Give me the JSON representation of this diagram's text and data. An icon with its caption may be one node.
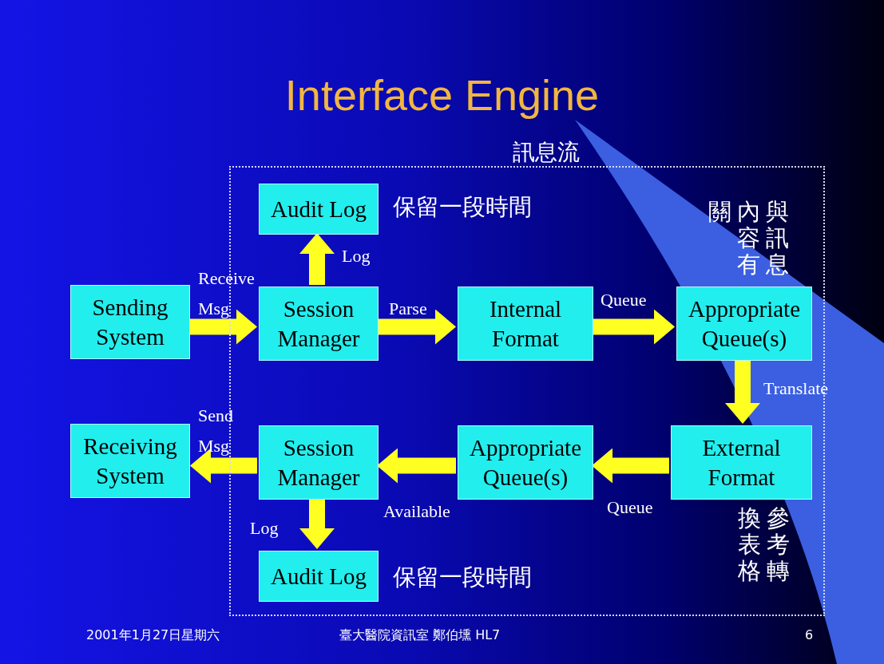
{
  "diagram": {
    "title": "Interface Engine",
    "nodes": [
      {
        "text": [
          "訊息流"
        ]
      },
      {
        "text": [
          "Sending System"
        ]
      },
      {
        "text": [
          "Audit Log"
        ],
        "in": 0,
        "beside": [
          "保留一段時間"
        ]
      },
      {
        "text": [
          "Session Manager"
        ],
        "in": 0
      },
      {
        "text": [
          "Internal Format"
        ],
        "in": 0
      },
      {
        "text": [
          "Appropriate Queue(s)"
        ],
        "in": 0,
        "beside": [
          "與訊息內容有關"
        ]
      },
      {
        "text": [
          "External Format"
        ],
        "in": 0,
        "beside": [
          "參考轉換表格"
        ]
      },
      {
        "text": [
          "Appropriate Queue(s)"
        ],
        "in": 0
      },
      {
        "text": [
          "Session Manager"
        ],
        "in": 0
      },
      {
        "text": [
          "Receiving System"
        ]
      },
      {
        "text": [
          "Audit Log"
        ],
        "in": 0,
        "beside": [
          "保留一段時間"
        ]
      }
    ],
    "edges": [
      {
        "from": 1,
        "to": 3,
        "arrow": "to",
        "label": "Receive Msg"
      },
      {
        "from": 3,
        "to": 2,
        "arrow": "to",
        "label": "Log"
      },
      {
        "from": 3,
        "to": 4,
        "arrow": "to",
        "label": "Parse"
      },
      {
        "from": 4,
        "to": 5,
        "arrow": "to",
        "label": "Queue"
      },
      {
        "from": 5,
        "to": 6,
        "arrow": "to",
        "label": "Translate"
      },
      {
        "from": 6,
        "to": 7,
        "arrow": "to",
        "label": "Queue"
      },
      {
        "from": 7,
        "to": 8,
        "arrow": "to",
        "label": "Available"
      },
      {
        "from": 8,
        "to": 9,
        "arrow": "to",
        "label": "Send Msg"
      },
      {
        "from": 8,
        "to": 10,
        "arrow": "to",
        "label": "Log"
      }
    ],
    "labels": [
      "2001年1月27日星期六",
      "臺大醫院資訊室 鄭伯壎 HL7",
      "6"
    ]
  }
}
